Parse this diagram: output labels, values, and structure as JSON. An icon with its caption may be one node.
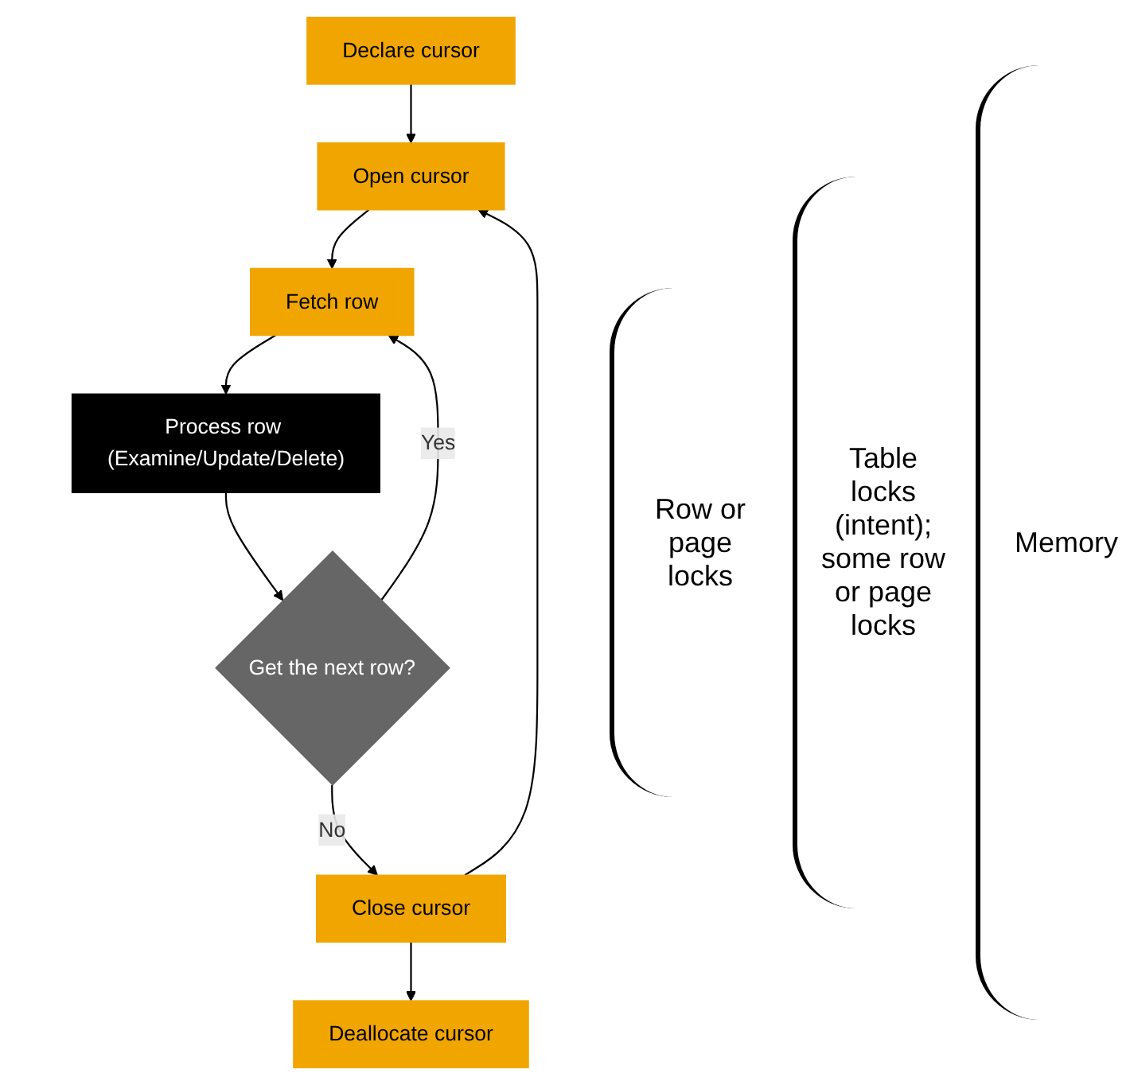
{
  "diagram": {
    "nodes": [
      {
        "text": [
          "Declare cursor"
        ]
      },
      {
        "text": [
          "Open cursor"
        ]
      },
      {
        "text": [
          "Fetch row"
        ]
      },
      {
        "text": [
          "Process row (Examine/Update/Delete)"
        ]
      },
      {
        "text": [
          "Get the next row?"
        ]
      },
      {
        "text": [
          "Close cursor"
        ]
      },
      {
        "text": [
          "Deallocate cursor"
        ]
      }
    ],
    "edges": [
      {
        "from": 0,
        "to": 1,
        "arrow": "to"
      },
      {
        "from": 1,
        "to": 2,
        "arrow": "to"
      },
      {
        "from": 2,
        "to": 3,
        "arrow": "to"
      },
      {
        "from": 3,
        "to": 4,
        "arrow": "to"
      },
      {
        "from": 4,
        "to": 2,
        "arrow": "to",
        "label": "Yes"
      },
      {
        "from": 4,
        "to": 5,
        "arrow": "to",
        "label": "No"
      },
      {
        "from": 5,
        "to": 1,
        "arrow": "to"
      },
      {
        "from": 5,
        "to": 6,
        "arrow": "to"
      }
    ],
    "labels": [
      "Row or page locks",
      "Table locks (intent); some row or page locks",
      "Memory"
    ]
  }
}
